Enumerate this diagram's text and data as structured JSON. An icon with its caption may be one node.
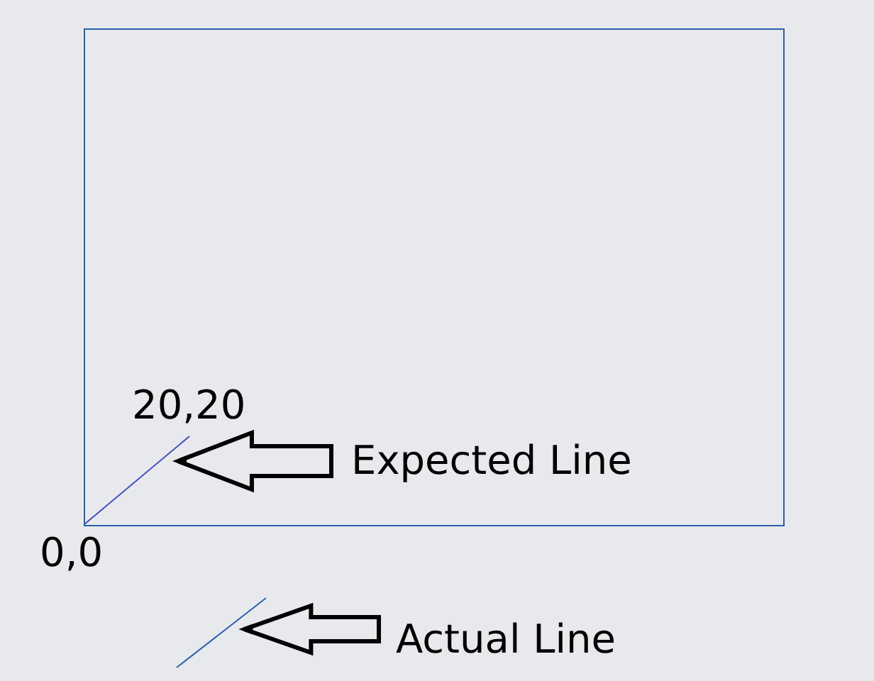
{
  "diagram": {
    "nodes": [
      {
        "text": [],
        "shape": "box"
      },
      {
        "text": [],
        "shape": "line",
        "in": 0
      },
      {
        "text": [
          "Expected Line"
        ],
        "in": 0
      },
      {
        "text": [],
        "shape": "line"
      },
      {
        "text": [
          "Actual Line"
        ]
      }
    ],
    "edges": [
      {
        "from": 2,
        "to": 1,
        "arrow": "to"
      },
      {
        "from": 4,
        "to": 3,
        "arrow": "to"
      }
    ],
    "labels": [
      "20,20",
      "0,0"
    ]
  }
}
